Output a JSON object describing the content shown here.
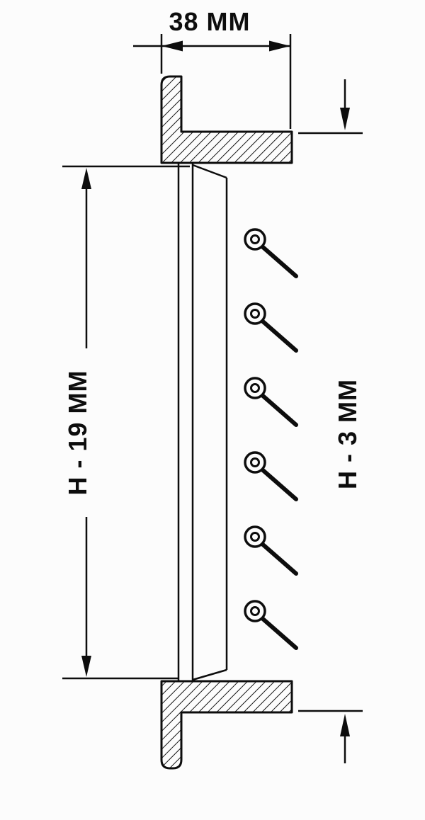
{
  "diagram": {
    "type": "technical-section-drawing",
    "description": "Cross-section of a louver frame channel with six pivot fasteners",
    "background_color": "#fcfcfc",
    "line_color": "#0d0d0d",
    "labels": {
      "width_dim": "38 MM",
      "left_height_dim": "H - 19 MM",
      "right_height_dim": "H - 3 MM"
    },
    "fasteners": {
      "count": 6
    }
  }
}
